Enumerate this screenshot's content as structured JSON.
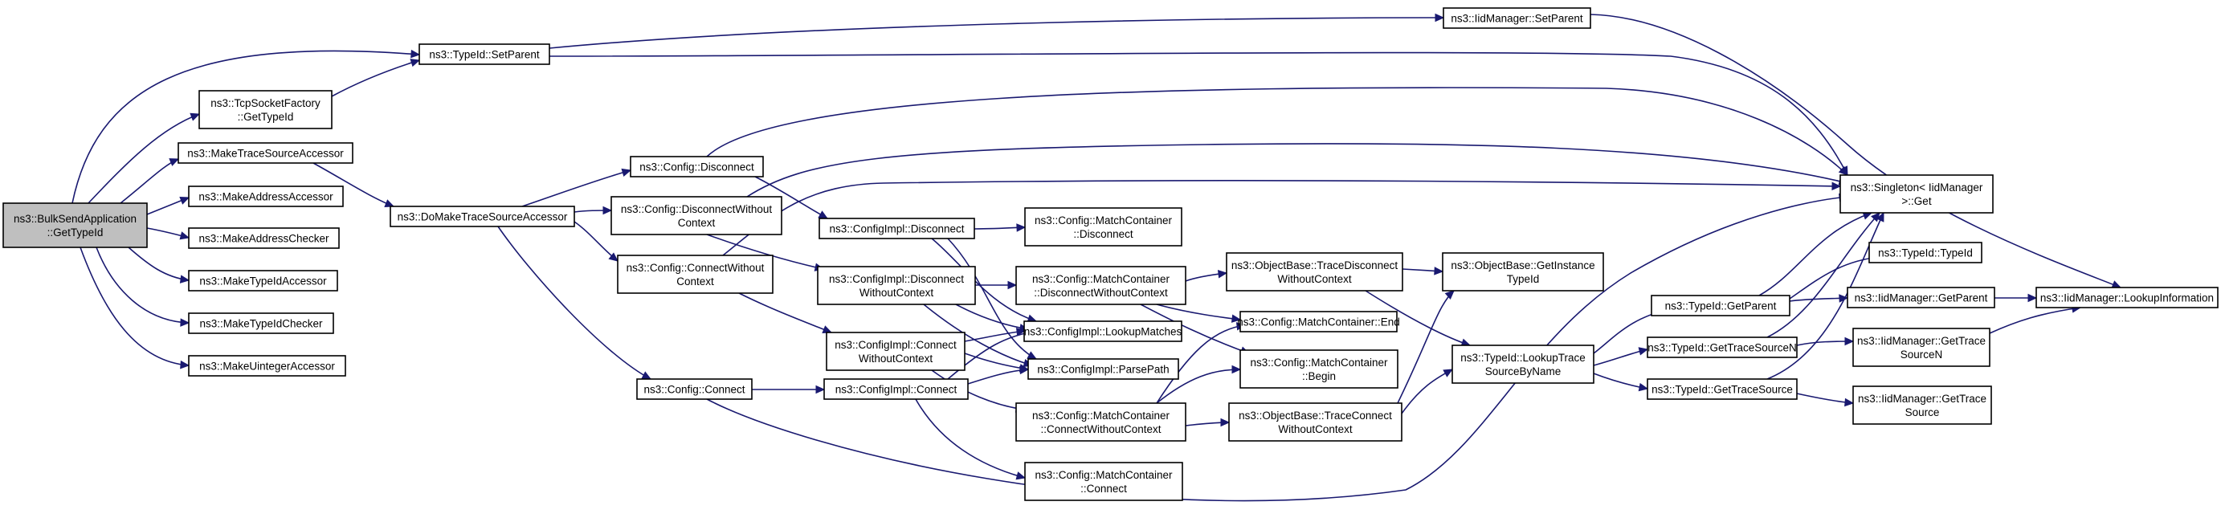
{
  "graph": {
    "root": "n0",
    "nodes": [
      {
        "id": "n0",
        "lines": [
          "ns3::BulkSendApplication",
          "::GetTypeId"
        ]
      },
      {
        "id": "n1",
        "lines": [
          "ns3::TypeId::SetParent"
        ]
      },
      {
        "id": "n2",
        "lines": [
          "ns3::TcpSocketFactory",
          "::GetTypeId"
        ]
      },
      {
        "id": "n3",
        "lines": [
          "ns3::MakeTraceSourceAccessor"
        ]
      },
      {
        "id": "n4",
        "lines": [
          "ns3::MakeAddressAccessor"
        ]
      },
      {
        "id": "n5",
        "lines": [
          "ns3::MakeAddressChecker"
        ]
      },
      {
        "id": "n6",
        "lines": [
          "ns3::MakeTypeIdAccessor"
        ]
      },
      {
        "id": "n7",
        "lines": [
          "ns3::MakeTypeIdChecker"
        ]
      },
      {
        "id": "n8",
        "lines": [
          "ns3::MakeUintegerAccessor"
        ]
      },
      {
        "id": "n9",
        "lines": [
          "ns3::IidManager::SetParent"
        ]
      },
      {
        "id": "n10",
        "lines": [
          "ns3::DoMakeTraceSourceAccessor"
        ]
      },
      {
        "id": "n11",
        "lines": [
          "ns3::Config::Disconnect"
        ]
      },
      {
        "id": "n12",
        "lines": [
          "ns3::Config::DisconnectWithout",
          "Context"
        ]
      },
      {
        "id": "n13",
        "lines": [
          "ns3::Config::ConnectWithout",
          "Context"
        ]
      },
      {
        "id": "n14",
        "lines": [
          "ns3::Config::Connect"
        ]
      },
      {
        "id": "n15",
        "lines": [
          "ns3::ConfigImpl::Disconnect"
        ]
      },
      {
        "id": "n16",
        "lines": [
          "ns3::ConfigImpl::Disconnect",
          "WithoutContext"
        ]
      },
      {
        "id": "n17",
        "lines": [
          "ns3::ConfigImpl::Connect",
          "WithoutContext"
        ]
      },
      {
        "id": "n18",
        "lines": [
          "ns3::ConfigImpl::Connect"
        ]
      },
      {
        "id": "n19",
        "lines": [
          "ns3::Config::MatchContainer",
          "::Disconnect"
        ]
      },
      {
        "id": "n20",
        "lines": [
          "ns3::Config::MatchContainer",
          "::DisconnectWithoutContext"
        ]
      },
      {
        "id": "n21",
        "lines": [
          "ns3::ConfigImpl::LookupMatches"
        ]
      },
      {
        "id": "n22",
        "lines": [
          "ns3::ConfigImpl::ParsePath"
        ]
      },
      {
        "id": "n23",
        "lines": [
          "ns3::Config::MatchContainer",
          "::ConnectWithoutContext"
        ]
      },
      {
        "id": "n24",
        "lines": [
          "ns3::Config::MatchContainer",
          "::Connect"
        ]
      },
      {
        "id": "n25",
        "lines": [
          "ns3::ObjectBase::TraceDisconnect",
          "WithoutContext"
        ]
      },
      {
        "id": "n26",
        "lines": [
          "ns3::Config::MatchContainer::End"
        ]
      },
      {
        "id": "n27",
        "lines": [
          "ns3::Config::MatchContainer",
          "::Begin"
        ]
      },
      {
        "id": "n28",
        "lines": [
          "ns3::ObjectBase::TraceConnect",
          "WithoutContext"
        ]
      },
      {
        "id": "n29",
        "lines": [
          "ns3::ObjectBase::GetInstance",
          "TypeId"
        ]
      },
      {
        "id": "n30",
        "lines": [
          "ns3::TypeId::LookupTrace",
          "SourceByName"
        ]
      },
      {
        "id": "n31",
        "lines": [
          "ns3::TypeId::GetParent"
        ]
      },
      {
        "id": "n32",
        "lines": [
          "ns3::TypeId::GetTraceSourceN"
        ]
      },
      {
        "id": "n33",
        "lines": [
          "ns3::TypeId::GetTraceSource"
        ]
      },
      {
        "id": "n34",
        "lines": [
          "ns3::Singleton< IidManager",
          " >::Get"
        ]
      },
      {
        "id": "n35",
        "lines": [
          "ns3::TypeId::TypeId"
        ]
      },
      {
        "id": "n36",
        "lines": [
          "ns3::IidManager::GetParent"
        ]
      },
      {
        "id": "n37",
        "lines": [
          "ns3::IidManager::GetTrace",
          "SourceN"
        ]
      },
      {
        "id": "n38",
        "lines": [
          "ns3::IidManager::GetTrace",
          "Source"
        ]
      },
      {
        "id": "n39",
        "lines": [
          "ns3::IidManager::LookupInformation"
        ]
      }
    ],
    "edges": [
      [
        "n0",
        "n1"
      ],
      [
        "n0",
        "n2"
      ],
      [
        "n0",
        "n3"
      ],
      [
        "n0",
        "n4"
      ],
      [
        "n0",
        "n5"
      ],
      [
        "n0",
        "n6"
      ],
      [
        "n0",
        "n7"
      ],
      [
        "n0",
        "n8"
      ],
      [
        "n2",
        "n1"
      ],
      [
        "n1",
        "n9"
      ],
      [
        "n1",
        "n34"
      ],
      [
        "n9",
        "n39"
      ],
      [
        "n3",
        "n10"
      ],
      [
        "n10",
        "n11"
      ],
      [
        "n10",
        "n12"
      ],
      [
        "n10",
        "n13"
      ],
      [
        "n10",
        "n14"
      ],
      [
        "n11",
        "n34"
      ],
      [
        "n11",
        "n15"
      ],
      [
        "n12",
        "n34"
      ],
      [
        "n12",
        "n16"
      ],
      [
        "n13",
        "n34"
      ],
      [
        "n13",
        "n17"
      ],
      [
        "n14",
        "n18"
      ],
      [
        "n14",
        "n34"
      ],
      [
        "n15",
        "n19"
      ],
      [
        "n15",
        "n21"
      ],
      [
        "n15",
        "n22"
      ],
      [
        "n16",
        "n20"
      ],
      [
        "n16",
        "n21"
      ],
      [
        "n16",
        "n22"
      ],
      [
        "n17",
        "n21"
      ],
      [
        "n17",
        "n22"
      ],
      [
        "n17",
        "n23"
      ],
      [
        "n18",
        "n21"
      ],
      [
        "n18",
        "n22"
      ],
      [
        "n18",
        "n24"
      ],
      [
        "n20",
        "n25"
      ],
      [
        "n20",
        "n26"
      ],
      [
        "n20",
        "n27"
      ],
      [
        "n23",
        "n26"
      ],
      [
        "n23",
        "n27"
      ],
      [
        "n23",
        "n28"
      ],
      [
        "n25",
        "n29"
      ],
      [
        "n25",
        "n30"
      ],
      [
        "n28",
        "n29"
      ],
      [
        "n28",
        "n30"
      ],
      [
        "n30",
        "n31"
      ],
      [
        "n30",
        "n32"
      ],
      [
        "n30",
        "n33"
      ],
      [
        "n31",
        "n35"
      ],
      [
        "n31",
        "n36"
      ],
      [
        "n31",
        "n34"
      ],
      [
        "n32",
        "n37"
      ],
      [
        "n32",
        "n34"
      ],
      [
        "n33",
        "n38"
      ],
      [
        "n33",
        "n34"
      ],
      [
        "n36",
        "n39"
      ],
      [
        "n37",
        "n39"
      ]
    ]
  }
}
